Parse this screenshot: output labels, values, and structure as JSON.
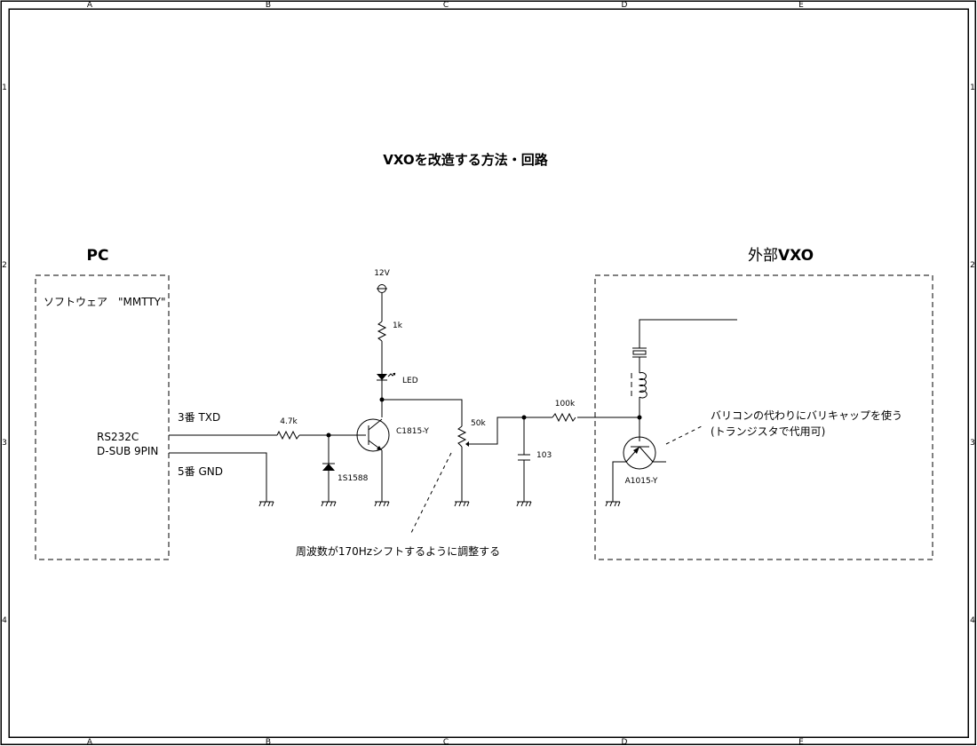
{
  "sheet": {
    "columns": [
      "A",
      "B",
      "C",
      "D",
      "E"
    ],
    "rows": [
      "1",
      "2",
      "3",
      "4"
    ]
  },
  "title": "VXOを改造する方法・回路",
  "pc_block": {
    "heading": "PC",
    "software": "ソフトウェア　\"MMTTY\"",
    "port_line1": "RS232C",
    "port_line2": "D-SUB 9PIN",
    "pin_txd": "3番 TXD",
    "pin_gnd": "5番 GND"
  },
  "components": {
    "supply": "12V",
    "r_led": "1k",
    "led": "LED",
    "r_base": "4.7k",
    "diode": "1S1588",
    "transistor_npn": "C1815-Y",
    "pot": "50k",
    "cap": "103",
    "r_bias": "100k",
    "transistor_pnp": "A1015-Y"
  },
  "vxo_block": {
    "heading_jp": "外部",
    "heading_en": "VXO"
  },
  "notes": {
    "adjust": "周波数が170Hzシフトするように調整する",
    "varicap_line1": "バリコンの代わりにバリキャップを使う",
    "varicap_line2": "(トランジスタで代用可)"
  }
}
